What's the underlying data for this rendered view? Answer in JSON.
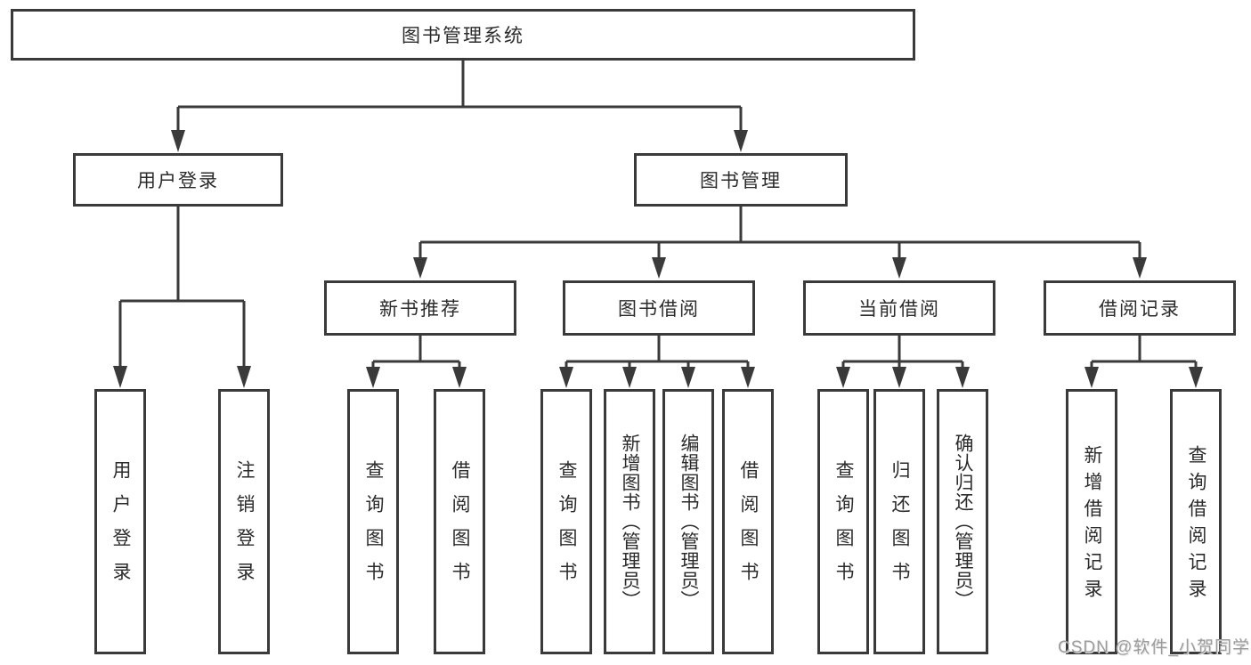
{
  "diagram": {
    "root": {
      "label": "图书管理系统"
    },
    "level1": [
      {
        "label": "用户登录",
        "children": [
          "用户登录",
          "注销登录"
        ]
      },
      {
        "label": "图书管理"
      }
    ],
    "level2": [
      {
        "label": "新书推荐",
        "children": [
          "查询图书",
          "借阅图书"
        ]
      },
      {
        "label": "图书借阅",
        "children": [
          "查询图书",
          "新增图书（管理员）",
          "编辑图书（管理员）",
          "借阅图书"
        ]
      },
      {
        "label": "当前借阅",
        "children": [
          "查询图书",
          "归还图书",
          "确认归还（管理员）"
        ]
      },
      {
        "label": "借阅记录",
        "children": [
          "新增借阅记录",
          "查询借阅记录"
        ]
      }
    ]
  },
  "watermark": {
    "text": "CSDN @软件_小贺同学"
  },
  "colors": {
    "line": "#3a3a3a",
    "text": "#2b2b2b",
    "watermark": "#9c9c9c",
    "background": "#ffffff"
  }
}
